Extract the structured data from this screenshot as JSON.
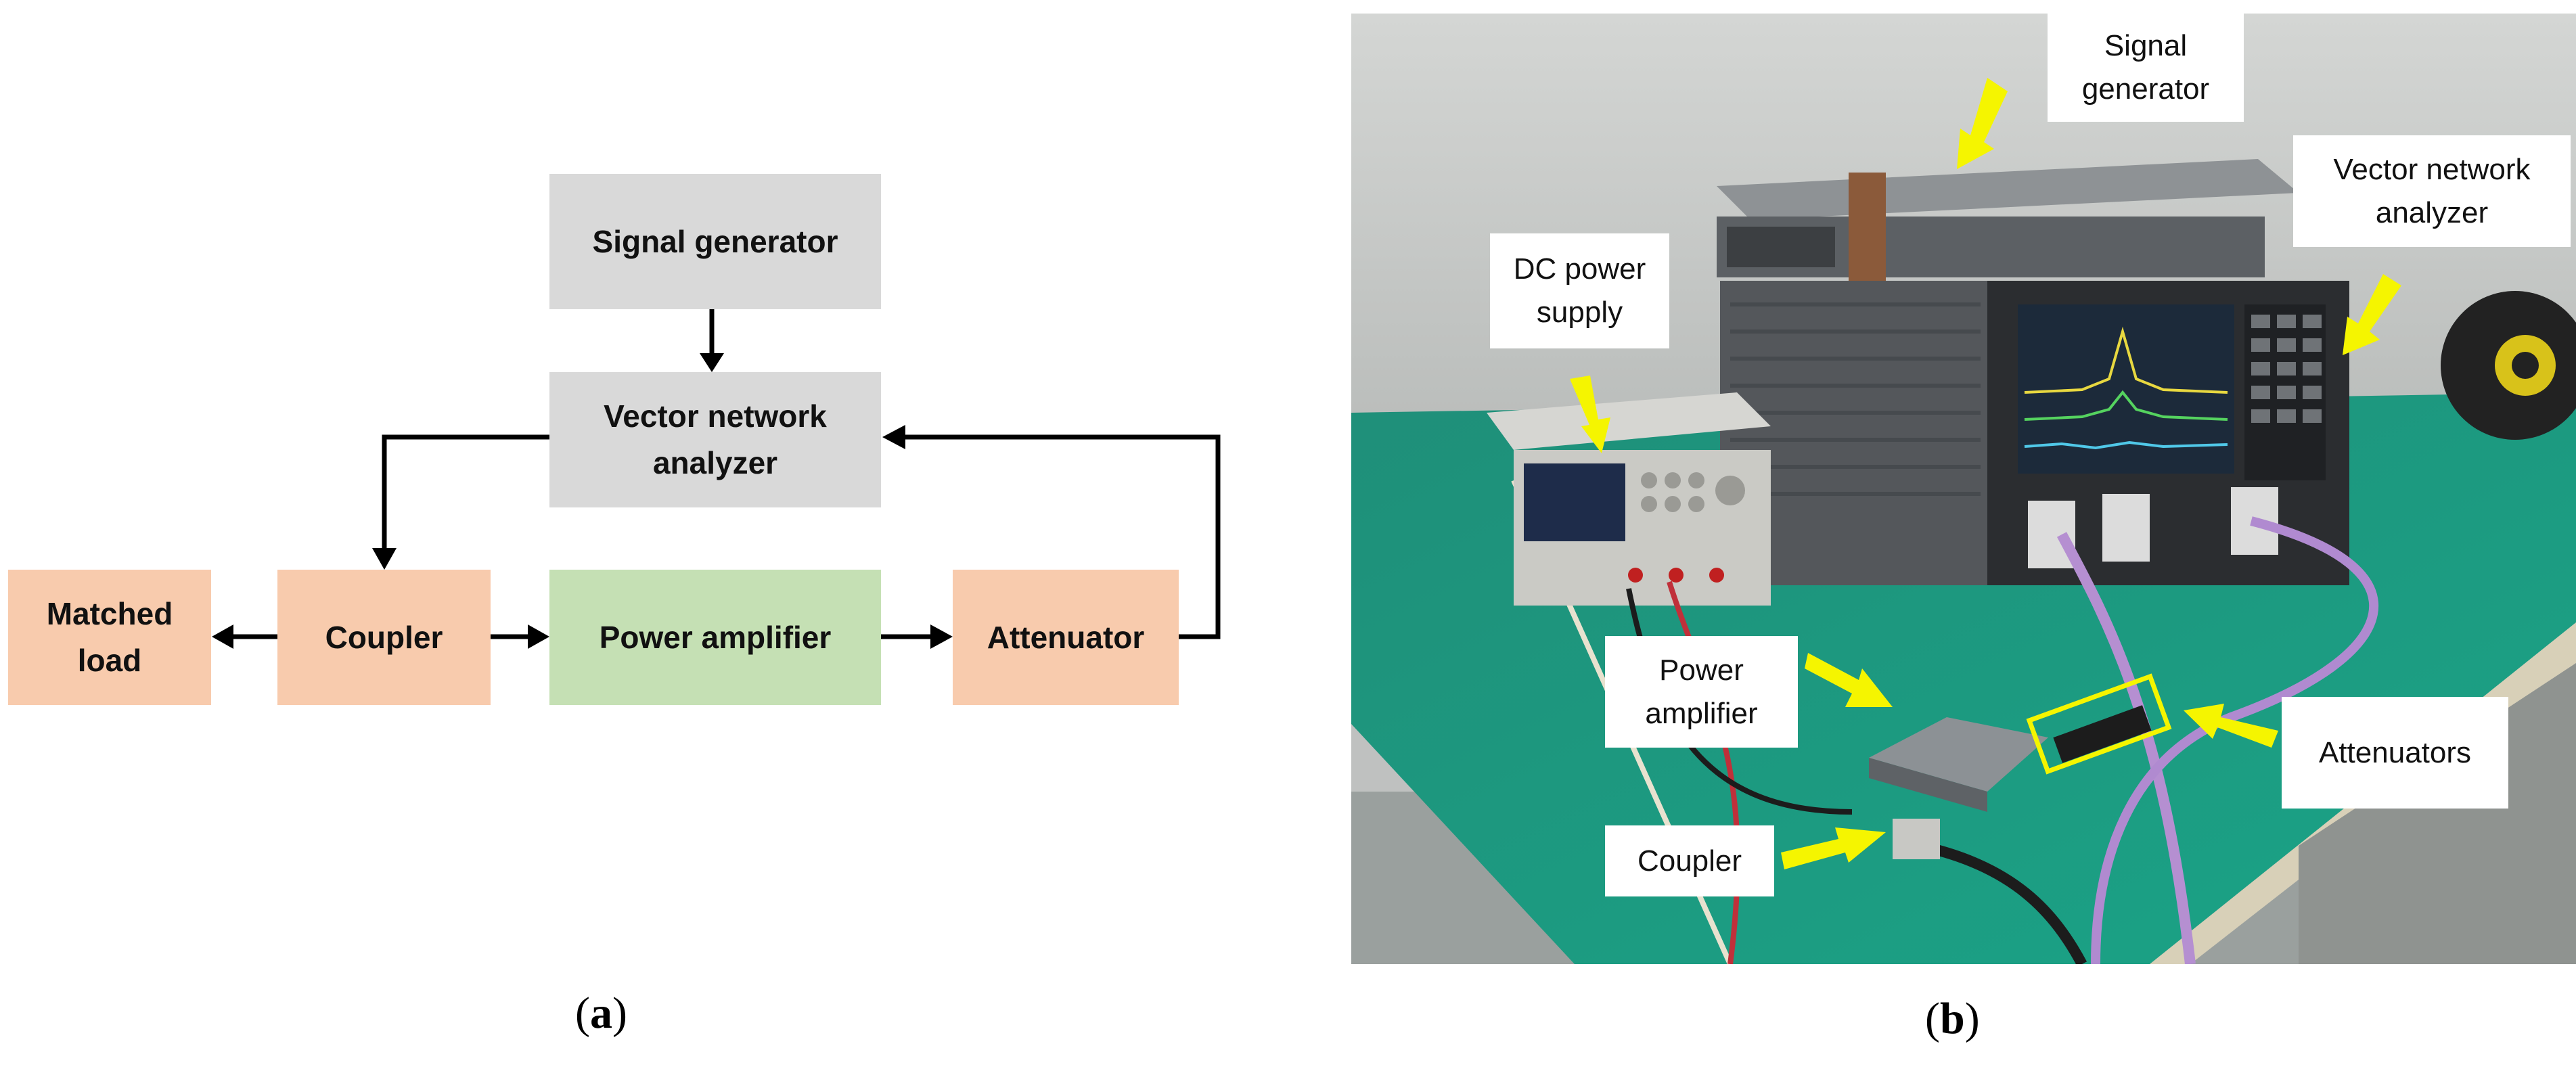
{
  "diagram": {
    "blocks": {
      "signal_generator": "Signal generator",
      "vna": "Vector network\nanalyzer",
      "matched_load": "Matched\nload",
      "coupler": "Coupler",
      "power_amplifier": "Power amplifier",
      "attenuator": "Attenuator"
    },
    "colors": {
      "gray": "#d9d9d9",
      "orange": "#f8cbad",
      "green": "#c5e0b4",
      "arrow": "#000000"
    },
    "caption_letter": "a"
  },
  "photo": {
    "labels": {
      "signal_generator": "Signal\ngenerator",
      "vna": "Vector network\nanalyzer",
      "dc_power_supply": "DC power\nsupply",
      "power_amplifier": "Power\namplifier",
      "attenuators": "Attenuators",
      "coupler": "Coupler"
    },
    "colors": {
      "arrow": "#f5f500",
      "bench": "#1e9e84",
      "wall": "#c9cbc9"
    },
    "caption_letter": "b"
  }
}
